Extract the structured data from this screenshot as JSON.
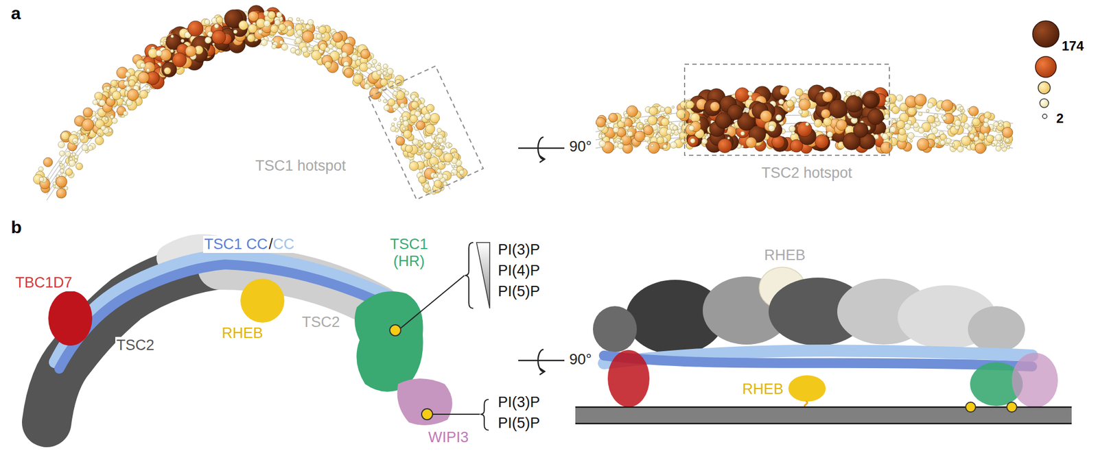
{
  "diagram": {
    "labels": [
      "a",
      "TSC1 hotspot",
      "90°",
      "TSC2 hotspot",
      "b",
      "TSC1 CC",
      "/",
      "CC",
      "TBC1D7",
      "TSC1 (HR)",
      "PI(3)P",
      "PI(4)P",
      "PI(5)P",
      "RHEB",
      "TSC2",
      "TSC2",
      "PI(3)P",
      "PI(5)P",
      "WIPI3",
      "90°",
      "RHEB",
      "RHEB"
    ],
    "legend": [
      {
        "text": "174"
      },
      {
        "text": "2"
      }
    ]
  }
}
